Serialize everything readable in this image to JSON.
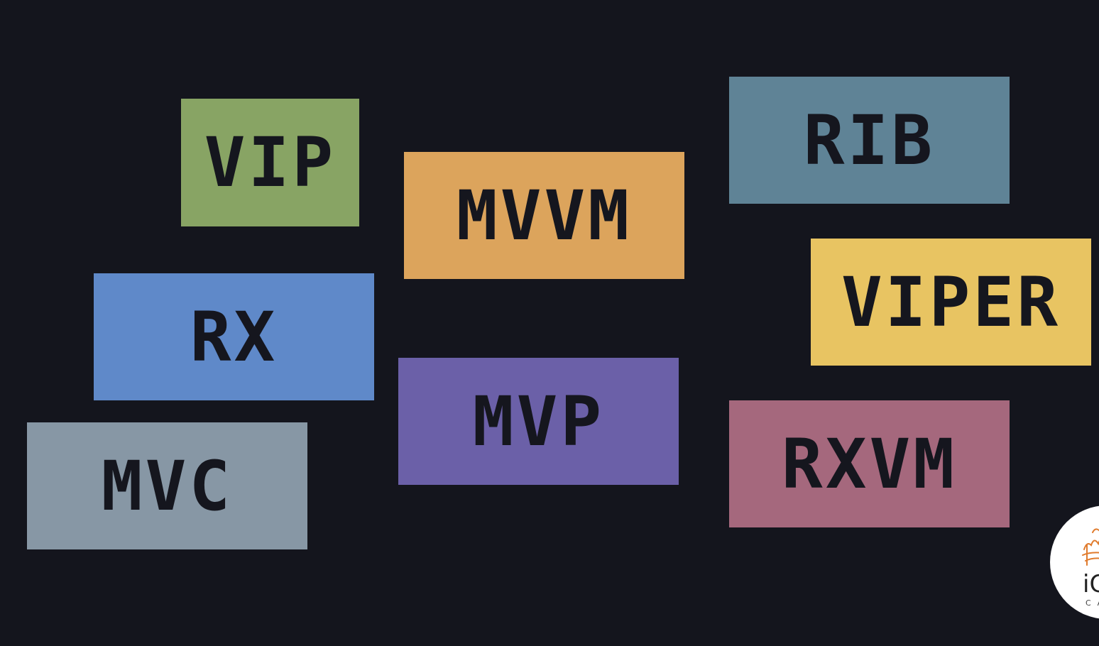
{
  "tags": [
    {
      "id": "vip",
      "label": "VIP",
      "color": "#88a464"
    },
    {
      "id": "mvvm",
      "label": "MVVM",
      "color": "#dca45c"
    },
    {
      "id": "rib",
      "label": "RIB",
      "color": "#5f8396"
    },
    {
      "id": "viper",
      "label": "VIPER",
      "color": "#e8c462"
    },
    {
      "id": "rx",
      "label": "RX",
      "color": "#5f89c9"
    },
    {
      "id": "mvp",
      "label": "MVP",
      "color": "#6b60a8"
    },
    {
      "id": "mvc",
      "label": "MVC",
      "color": "#8797a5"
    },
    {
      "id": "rxvm",
      "label": "RXVM",
      "color": "#a5687d"
    }
  ],
  "logo": {
    "text": "iC",
    "subtext": "CA",
    "icon": "crown-sketch-icon",
    "accent_color": "#e07b2d"
  },
  "background_color": "#14151d"
}
